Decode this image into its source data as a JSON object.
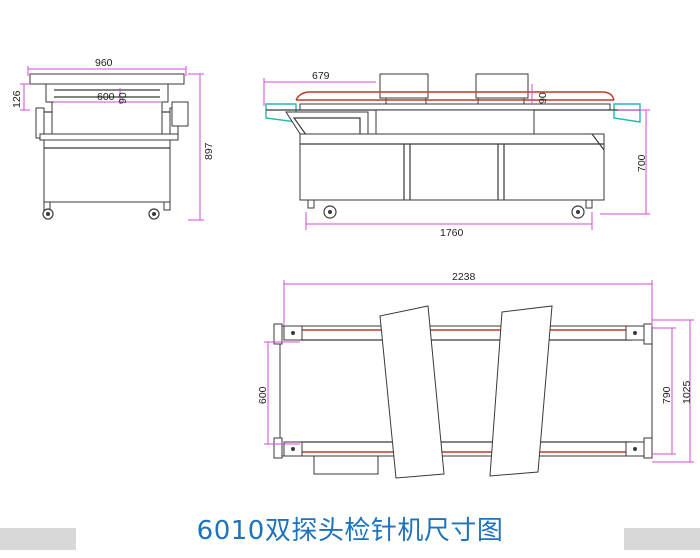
{
  "caption": "6010双探头检针机尺寸图",
  "colors": {
    "line": "#3a3a3a",
    "dimension": "#d54bd5",
    "belt": "#c0392b",
    "teal": "#27b8b0",
    "caption": "#1e73be"
  },
  "front_view": {
    "width": "960",
    "height": "897",
    "top_offset": "126",
    "opening_width": "600",
    "opening_height": "90"
  },
  "side_view": {
    "length": "1760",
    "inlet": "679",
    "height": "700",
    "opening_height": "90"
  },
  "top_view": {
    "length": "2238",
    "belt_width": "600",
    "inner_width": "790",
    "outer_width": "1025"
  }
}
